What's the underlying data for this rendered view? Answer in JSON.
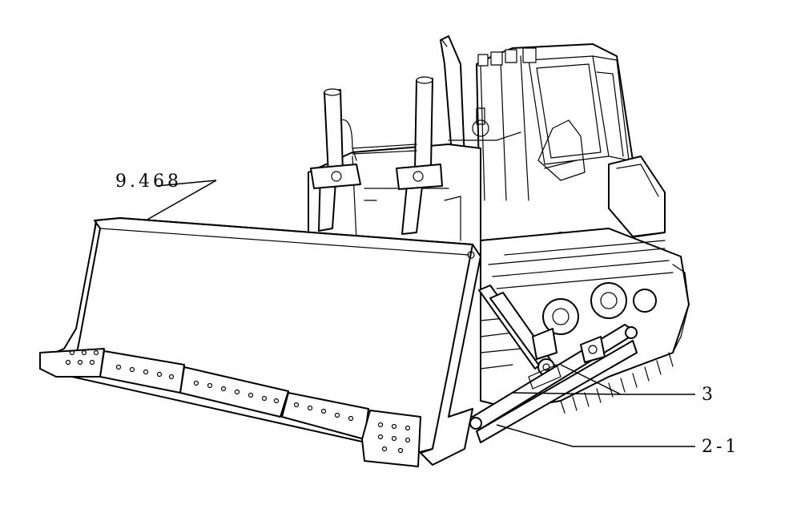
{
  "callouts": {
    "blade_part": "9.468",
    "rod_part": "3",
    "arm_part": "2-1"
  },
  "colors": {
    "ink": "#000000",
    "paper": "#ffffff"
  }
}
